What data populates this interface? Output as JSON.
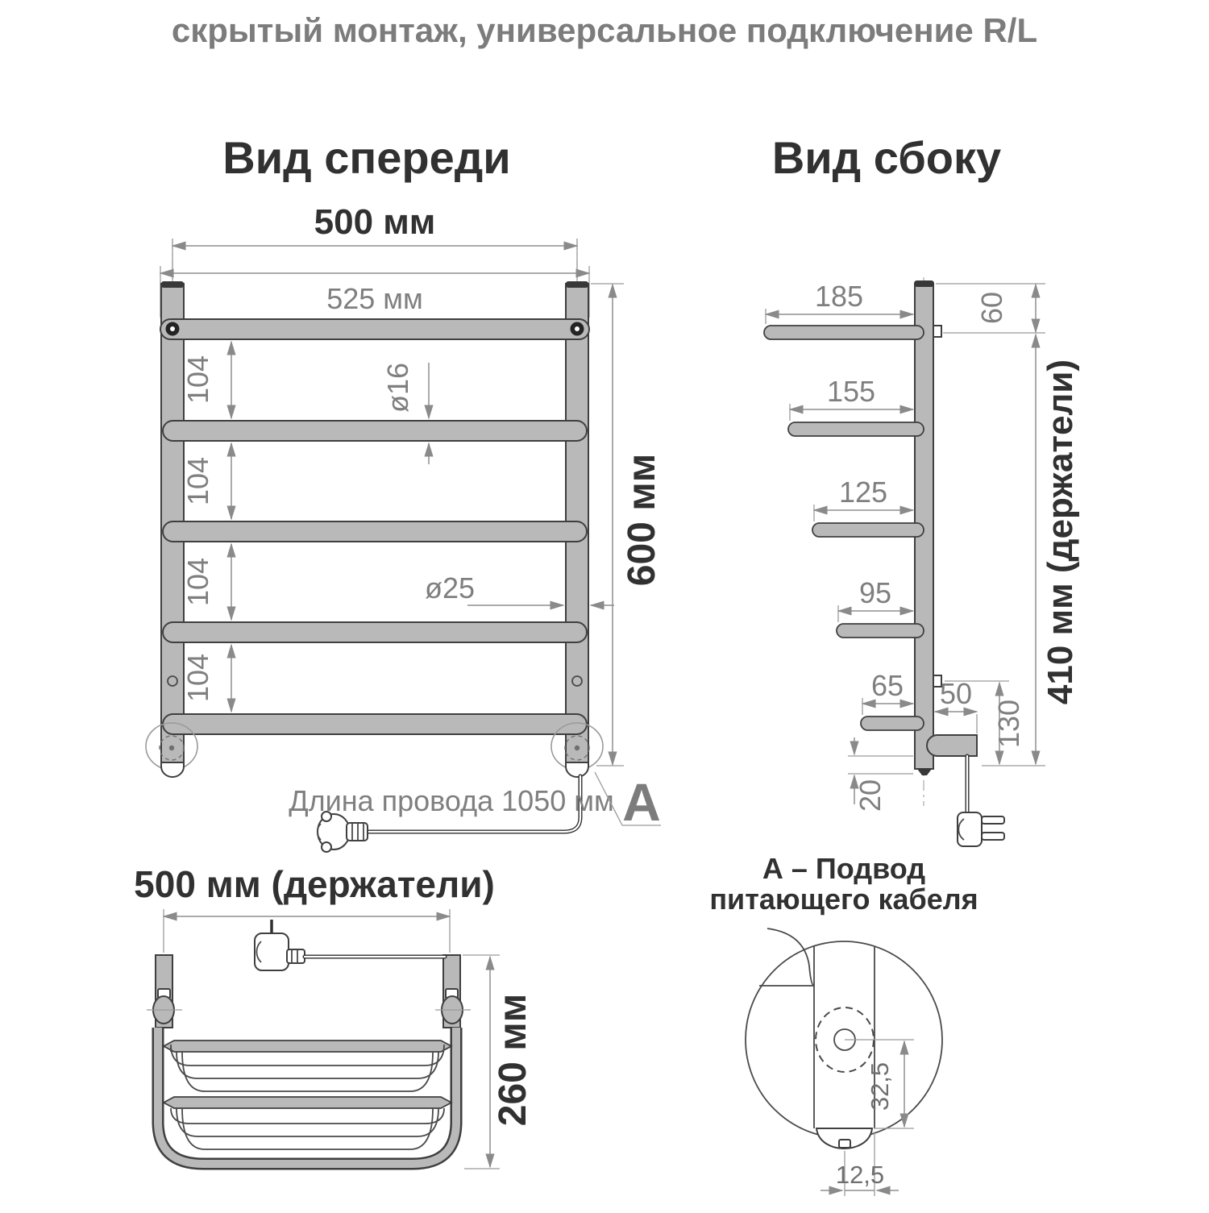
{
  "header": {
    "subtitle": "скрытый монтаж, универсальное подключение R/L"
  },
  "front_view": {
    "title": "Вид спереди",
    "dims": {
      "width_total": "500 мм",
      "bar_width": "525 мм",
      "spacings": [
        "104",
        "104",
        "104",
        "104"
      ],
      "bar_diameter": "ø16",
      "post_diameter": "ø25",
      "height_total": "600 мм",
      "cable_length": "Длина провода 1050 мм",
      "detail_marker": "A"
    }
  },
  "side_view": {
    "title": "Вид сбоку",
    "dims": {
      "arm_lengths": [
        "185",
        "155",
        "125",
        "95",
        "65"
      ],
      "top_offset": "60",
      "holders_height": "410 мм (держатели)",
      "block_width": "50",
      "bottom_offset": "130",
      "cap_offset": "20"
    }
  },
  "top_view": {
    "title": "500 мм (держатели)",
    "dims": {
      "depth": "260 мм"
    }
  },
  "detail_view": {
    "title_line1": "А – Подвод",
    "title_line2": "питающего кабеля",
    "dims": {
      "hole_offset": "32,5",
      "half_width": "12,5"
    }
  },
  "colors": {
    "metal_fill": "#b9b9b9",
    "outline": "#3f3f3f",
    "dimension": "#8f8f8f",
    "dark_text": "#313131",
    "gray_text": "#7c7c7c"
  }
}
